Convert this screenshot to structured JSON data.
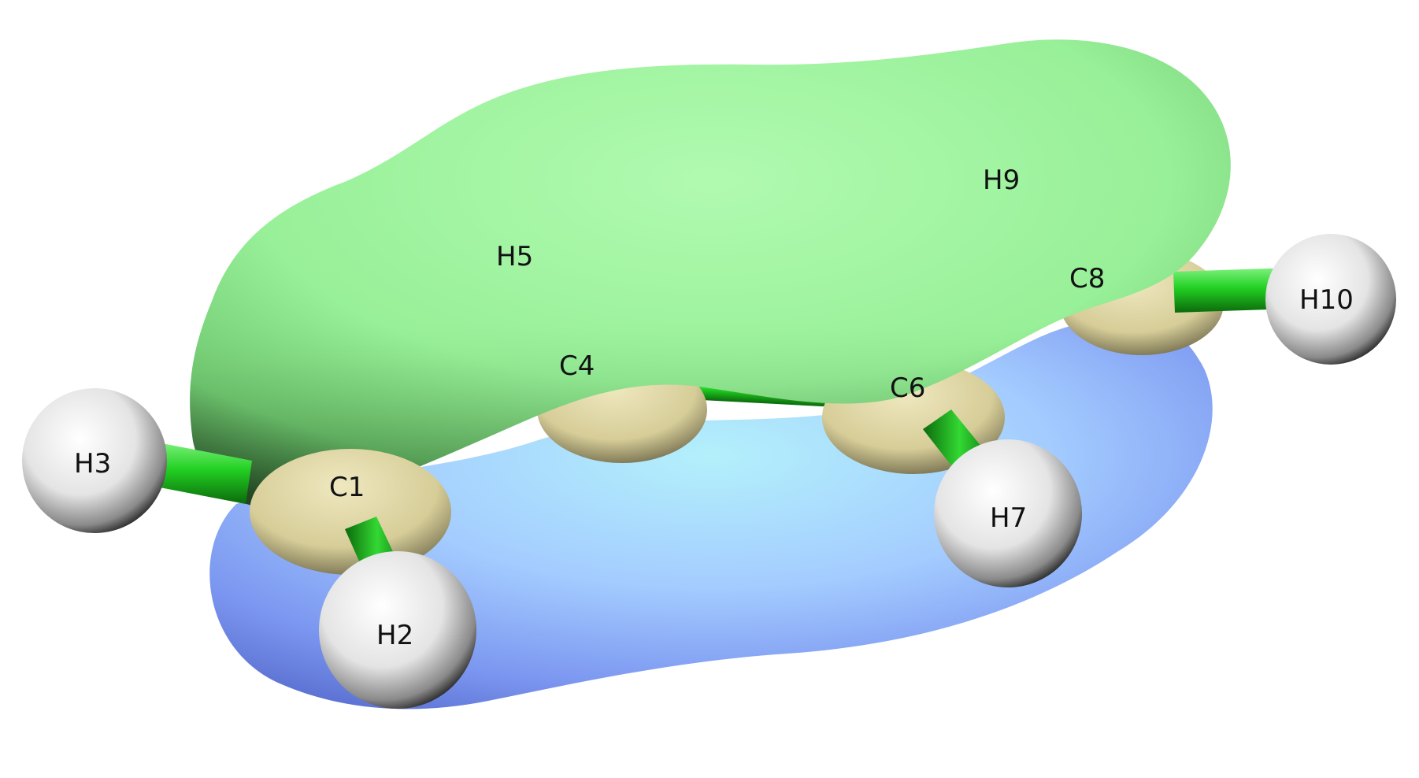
{
  "atoms": {
    "c1": "C1",
    "h2": "H2",
    "h3": "H3",
    "c4": "C4",
    "h5": "H5",
    "c6": "C6",
    "h7": "H7",
    "c8": "C8",
    "h9": "H9",
    "h10": "H10"
  },
  "colors": {
    "positive_lobe": "#9af59a",
    "negative_lobe": "#9fc6ff",
    "bond": "#2bd12b",
    "carbon": "#ddd5a0",
    "hydrogen": "#f0f0f0"
  }
}
